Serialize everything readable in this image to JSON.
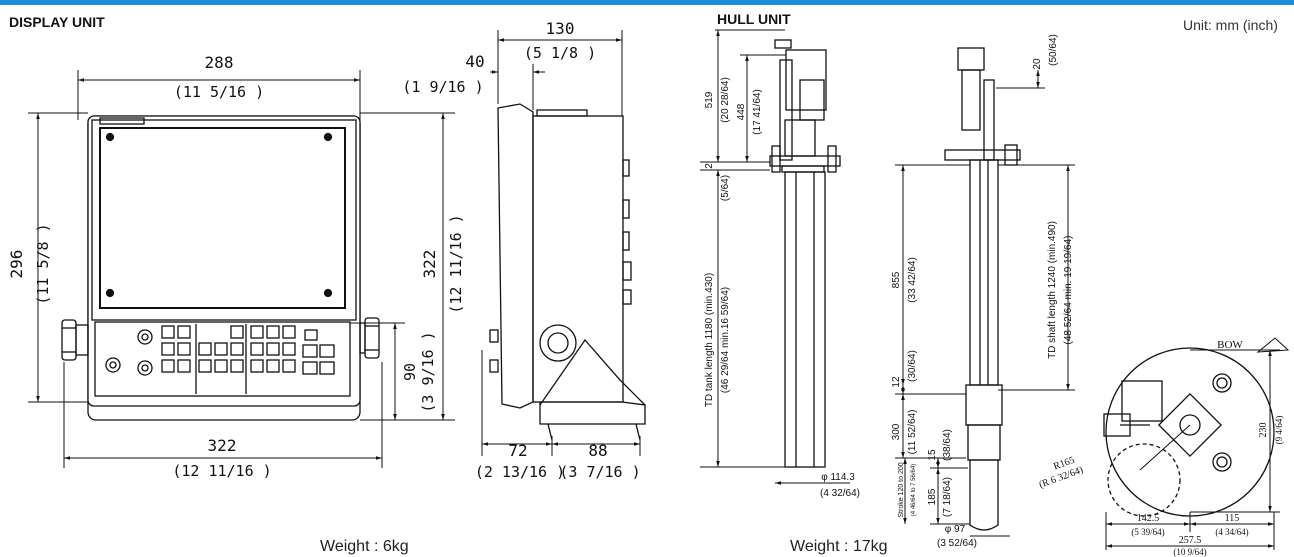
{
  "display_unit": {
    "title": "DISPLAY UNIT",
    "weight": "Weight : 6kg",
    "front": {
      "width_mm": "288",
      "width_in": "(11 5/16 )",
      "height_mm": "296",
      "height_in": "(11 5/8 )",
      "bracket_height_mm": "322",
      "bracket_height_in": "(12 11/16 )",
      "bottom_width_mm": "322",
      "bottom_width_in": "(12 11/16 )",
      "keypad_height_mm": "90",
      "keypad_height_in": "(3 9/16 )"
    },
    "side": {
      "depth_mm": "130",
      "depth_in": "(5 1/8 )",
      "bezel_mm": "40",
      "bezel_in": "(1 9/16 )",
      "base_front_mm": "72",
      "base_front_in": "(2 13/16 )",
      "base_rear_mm": "88",
      "base_rear_in": "(3 7/16 )"
    }
  },
  "hull_unit": {
    "title": "HULL UNIT",
    "unit_note": "Unit: mm (inch)",
    "weight": "Weight : 17kg",
    "left": {
      "d519": "519",
      "d519_in": "(20 28/64)",
      "d448": "448",
      "d448_in": "(17 41/64)",
      "d2": "2",
      "d2_in": "(5/64)",
      "tank_length": "TD tank length 1180 (min.430)",
      "tank_length_in": "(46 29/64 min.16 59/64)",
      "phi1143": "φ 114.3",
      "phi1143_in": "(4 32/64)"
    },
    "right": {
      "d20": "20",
      "d20_in": "(50/64)",
      "d855": "855",
      "d855_in": "(33 42/64)",
      "d12": "12",
      "d12_in": "(30/64)",
      "d300": "300",
      "d300_in": "(11 52/64)",
      "d15": "15",
      "d15_in": "(38/64)",
      "d185": "185",
      "d185_in": "(7 18/64)",
      "stroke": "Stroke 120 to 200",
      "stroke_in": "(4 46/64 to 7 56/64)",
      "shaft_length": "TD shaft length 1240 (min.490)",
      "shaft_length_in": "(48 52/64 min. 19 19/64)",
      "phi97": "φ 97",
      "phi97_in": "(3 52/64)"
    },
    "top_view": {
      "bow": "BOW",
      "r165": "R165",
      "r165_in": "(R 6 32/64)",
      "d230": "230",
      "d230_in": "(9 4/64)",
      "d1425": "142.5",
      "d1425_in": "(5 39/64)",
      "d115": "115",
      "d115_in": "(4 34/64)",
      "d2575": "257.5",
      "d2575_in": "(10 9/64)"
    }
  }
}
